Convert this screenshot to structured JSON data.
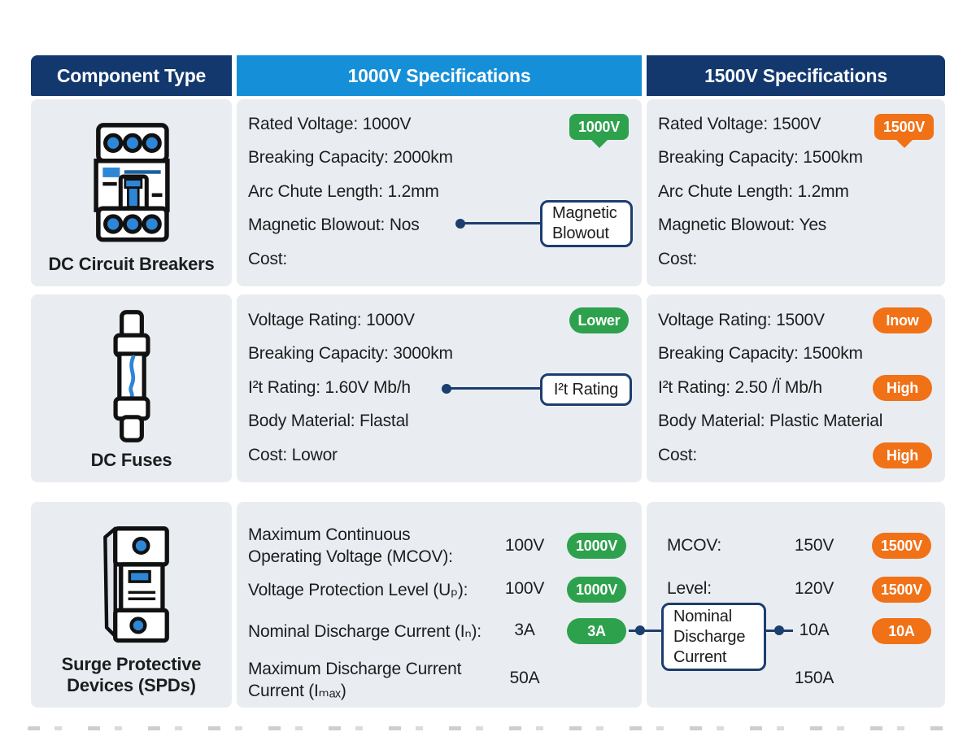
{
  "header": {
    "component_type": "Component Type",
    "spec_1000": "1000V Specifications",
    "spec_1500": "1500V Specifications"
  },
  "colors": {
    "navy": "#12386e",
    "blue": "#168fd9",
    "green": "#2ea14d",
    "orange": "#f17117",
    "card_background": "#e9edf2",
    "connector": "#1c3e6e"
  },
  "rows": [
    {
      "label": "DC Circuit Breakers",
      "icon": "circuit-breaker-icon",
      "specs_1000": [
        "Rated Voltage: 1000V",
        "Breaking Capacity: 2000km",
        "Arc Chute Length: 1.2mm",
        "Magnetic Blowout: Nos",
        "Cost:"
      ],
      "badge_1000": "1000V",
      "specs_1500": [
        "Rated Voltage: 1500V",
        "Breaking Capacity: 1500km",
        "Arc Chute Length: 1.2mm",
        "Magnetic Blowout: Yes",
        "Cost:"
      ],
      "badge_1500": "1500V",
      "callout": "Magnetic\nBlowout"
    },
    {
      "label": "DC Fuses",
      "icon": "fuse-icon",
      "specs_1000": [
        "Voltage Rating: 1000V",
        "Breaking Capacity: 3000km",
        "I²t Rating: 1.60V Mb/h",
        "Body Material: Flastal",
        "Cost: Lowor"
      ],
      "badge_1000": "Lower",
      "specs_1500": [
        "Voltage Rating: 1500V",
        "Breaking Capacity: 1500km",
        "I²t Rating: 2.50 /l̈ Mb/h",
        "Body Material: Plastic Material",
        "Cost:"
      ],
      "badges_1500": [
        "Inow",
        "High",
        "High"
      ],
      "callout": "I²t Rating"
    },
    {
      "label": "Surge Protective\nDevices (SPDs)",
      "icon": "spd-icon",
      "items_1000": [
        {
          "label": "Maximum Continuous\nOperating Voltage (MCOV):",
          "value": "100V",
          "badge": "1000V"
        },
        {
          "label": "Voltage Protection Level (Uₚ):",
          "value": "100V",
          "badge": "1000V"
        },
        {
          "label": "Nominal Discharge Current (Iₙ):",
          "value": "3A",
          "badge": "3A"
        },
        {
          "label": "Maximum Discharge Current\nCurrent (Iₘₐₓ)",
          "value": "50A"
        }
      ],
      "items_1500": [
        {
          "label": "MCOV:",
          "value": "150V",
          "badge": "1500V"
        },
        {
          "label": "Level:",
          "value": "120V",
          "badge": "1500V"
        },
        {
          "label": "",
          "value": "10A",
          "badge": "10A"
        },
        {
          "label": "",
          "value": "150A"
        }
      ],
      "callout": "Nominal\nDischarge\nCurrent"
    }
  ]
}
